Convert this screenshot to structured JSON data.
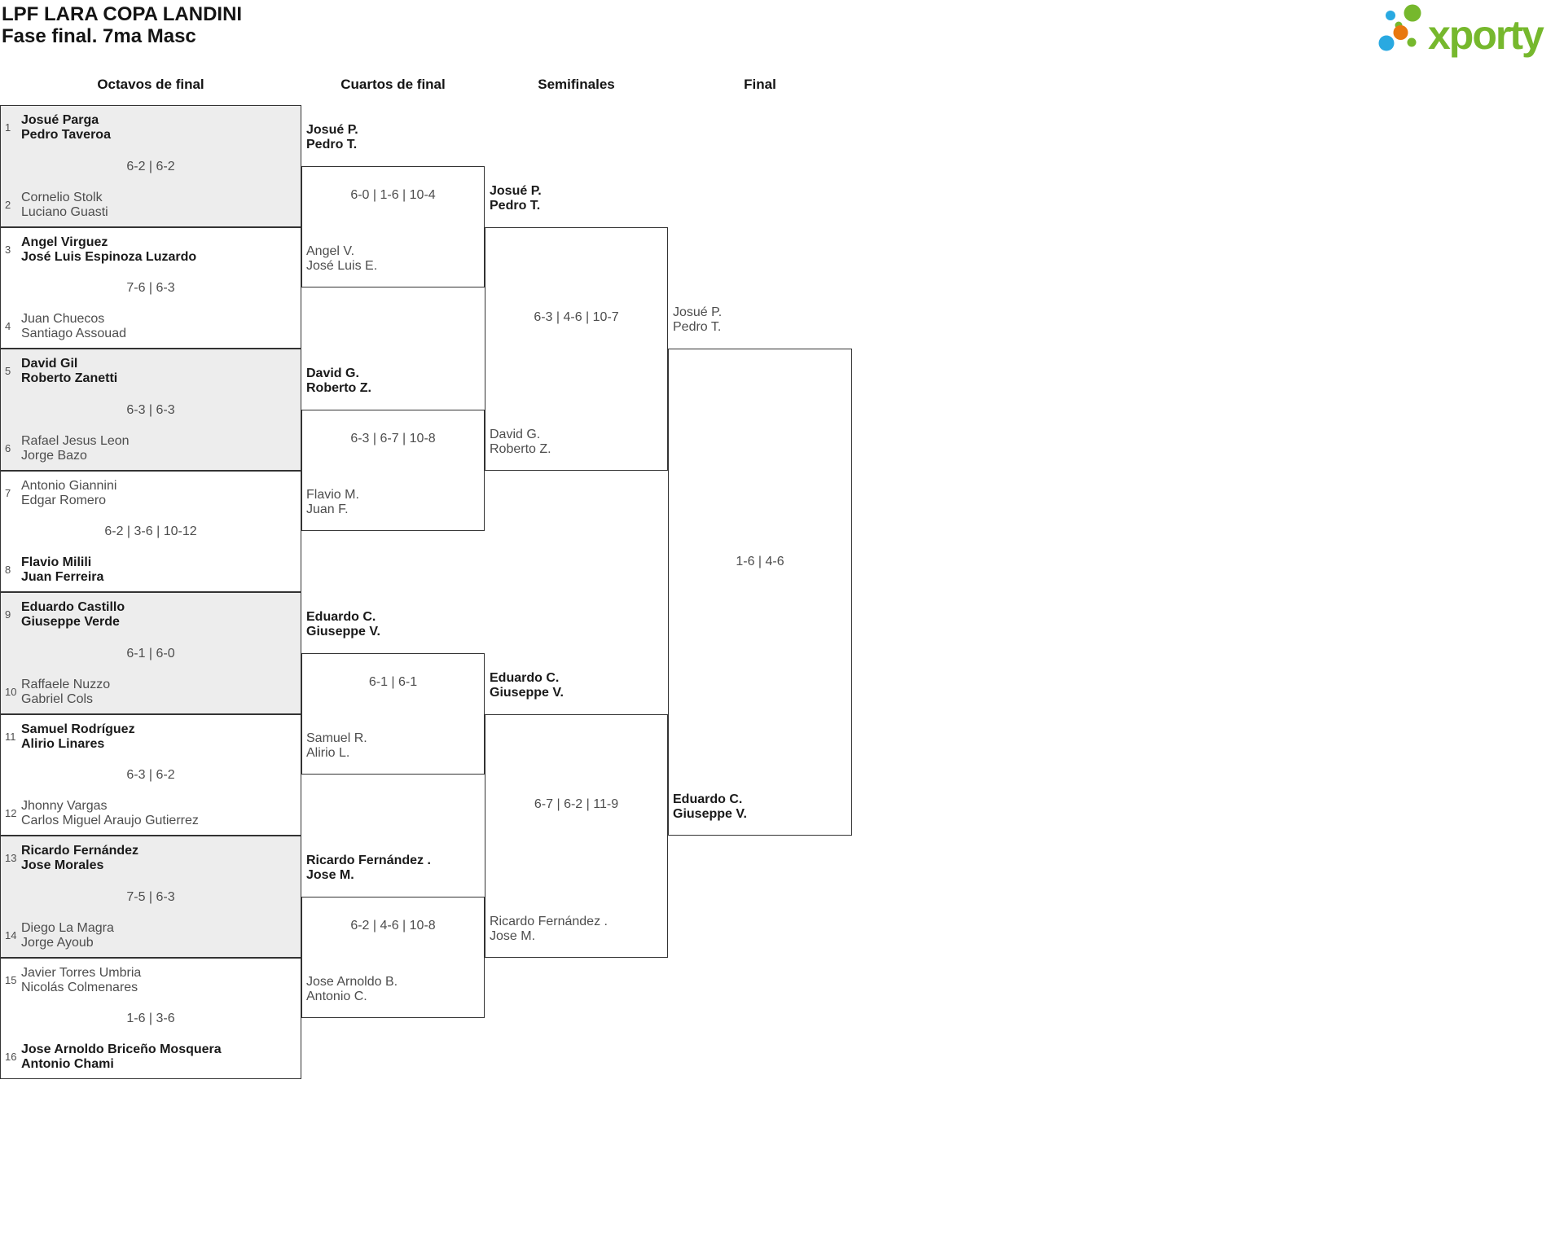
{
  "page": {
    "title": "LPF LARA COPA LANDINI",
    "subtitle": "Fase final. 7ma Masc"
  },
  "logo": {
    "text": "xporty",
    "green": "#76B82D",
    "blue": "#29A9E1",
    "orange": "#E8780F"
  },
  "rounds": [
    {
      "name": "Octavos de final",
      "matches": [
        {
          "seed_top": "1",
          "top": [
            "Josué Parga",
            "Pedro Taveroa"
          ],
          "top_winner": true,
          "score": "6-2 | 6-2",
          "seed_bottom": "2",
          "bottom": [
            "Cornelio Stolk",
            "Luciano Guasti"
          ],
          "bottom_winner": false,
          "shaded": true
        },
        {
          "seed_top": "3",
          "top": [
            "Angel Virguez",
            "José Luis Espinoza Luzardo"
          ],
          "top_winner": true,
          "score": "7-6 | 6-3",
          "seed_bottom": "4",
          "bottom": [
            "Juan Chuecos",
            "Santiago Assouad"
          ],
          "bottom_winner": false,
          "shaded": false
        },
        {
          "seed_top": "5",
          "top": [
            "David Gil",
            "Roberto Zanetti"
          ],
          "top_winner": true,
          "score": "6-3 | 6-3",
          "seed_bottom": "6",
          "bottom": [
            "Rafael Jesus Leon",
            "Jorge Bazo"
          ],
          "bottom_winner": false,
          "shaded": true
        },
        {
          "seed_top": "7",
          "top": [
            "Antonio Giannini",
            "Edgar Romero"
          ],
          "top_winner": false,
          "score": "6-2 | 3-6 | 10-12",
          "seed_bottom": "8",
          "bottom": [
            "Flavio Milili",
            "Juan Ferreira"
          ],
          "bottom_winner": true,
          "shaded": false
        },
        {
          "seed_top": "9",
          "top": [
            "Eduardo Castillo",
            "Giuseppe Verde"
          ],
          "top_winner": true,
          "score": "6-1 | 6-0",
          "seed_bottom": "10",
          "bottom": [
            "Raffaele Nuzzo",
            "Gabriel Cols"
          ],
          "bottom_winner": false,
          "shaded": true
        },
        {
          "seed_top": "11",
          "top": [
            "Samuel Rodríguez",
            "Alirio Linares"
          ],
          "top_winner": true,
          "score": "6-3 | 6-2",
          "seed_bottom": "12",
          "bottom": [
            "Jhonny Vargas",
            "Carlos Miguel Araujo Gutierrez"
          ],
          "bottom_winner": false,
          "shaded": false
        },
        {
          "seed_top": "13",
          "top": [
            "Ricardo Fernández",
            "Jose Morales"
          ],
          "top_winner": true,
          "score": "7-5 | 6-3",
          "seed_bottom": "14",
          "bottom": [
            "Diego La Magra",
            "Jorge Ayoub"
          ],
          "bottom_winner": false,
          "shaded": true
        },
        {
          "seed_top": "15",
          "top": [
            "Javier Torres Umbria",
            "Nicolás Colmenares"
          ],
          "top_winner": false,
          "score": "1-6 | 3-6",
          "seed_bottom": "16",
          "bottom": [
            "Jose Arnoldo Briceño Mosquera",
            "Antonio Chami"
          ],
          "bottom_winner": true,
          "shaded": false
        }
      ]
    },
    {
      "name": "Cuartos de final",
      "matches": [
        {
          "top": [
            "Josué P.",
            "Pedro T."
          ],
          "top_winner": true,
          "score": "6-0 | 1-6 | 10-4",
          "bottom": [
            "Angel V.",
            "José Luis E."
          ],
          "bottom_winner": false
        },
        {
          "top": [
            "David G.",
            "Roberto Z."
          ],
          "top_winner": true,
          "score": "6-3 | 6-7 | 10-8",
          "bottom": [
            "Flavio M.",
            "Juan F."
          ],
          "bottom_winner": false
        },
        {
          "top": [
            "Eduardo C.",
            "Giuseppe V."
          ],
          "top_winner": true,
          "score": "6-1 | 6-1",
          "bottom": [
            "Samuel R.",
            "Alirio L."
          ],
          "bottom_winner": false
        },
        {
          "top": [
            "Ricardo Fernández .",
            "Jose M."
          ],
          "top_winner": true,
          "score": "6-2 | 4-6 | 10-8",
          "bottom": [
            "Jose Arnoldo B.",
            "Antonio C."
          ],
          "bottom_winner": false
        }
      ]
    },
    {
      "name": "Semifinales",
      "matches": [
        {
          "top": [
            "Josué P.",
            "Pedro T."
          ],
          "top_winner": true,
          "score": "6-3 | 4-6 | 10-7",
          "bottom": [
            "David G.",
            "Roberto Z."
          ],
          "bottom_winner": false
        },
        {
          "top": [
            "Eduardo C.",
            "Giuseppe V."
          ],
          "top_winner": true,
          "score": "6-7 | 6-2 | 11-9",
          "bottom": [
            "Ricardo Fernández .",
            "Jose M."
          ],
          "bottom_winner": false
        }
      ]
    },
    {
      "name": "Final",
      "matches": [
        {
          "top": [
            "Josué P.",
            "Pedro T."
          ],
          "top_winner": false,
          "score": "1-6 | 4-6",
          "bottom": [
            "Eduardo C.",
            "Giuseppe V."
          ],
          "bottom_winner": true
        }
      ]
    }
  ]
}
